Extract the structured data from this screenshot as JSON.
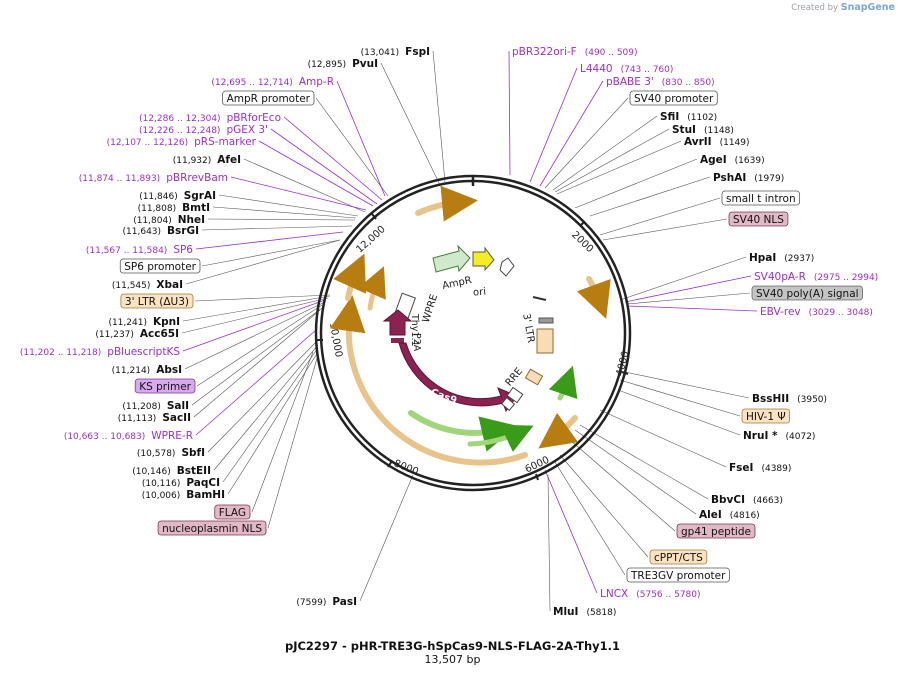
{
  "app": {
    "created_by": "Created by",
    "product": "SnapGene"
  },
  "plasmid": {
    "name": "pJC2297 - pHR-TRE3G-hSpCas9-NLS-FLAG-2A-Thy1.1",
    "length": "13,507 bp"
  },
  "colors": {
    "site": "#111111",
    "primer": "#9b30c9",
    "feature_line": "#555555",
    "backbone": "#222222"
  },
  "ruler_ticks": [
    "2000",
    "4000",
    "6000",
    "8000",
    "10,000",
    "12,000"
  ],
  "labels": [
    {
      "id": "fspi",
      "name": "FspI",
      "pos": "(13,041)",
      "style": "site"
    },
    {
      "id": "pvui",
      "name": "PvuI",
      "pos": "(12,895)",
      "style": "site"
    },
    {
      "id": "ampr-primer",
      "name": "Amp-R",
      "pos": "(12,695 .. 12,714)",
      "style": "primer"
    },
    {
      "id": "ampr-promoter",
      "name": "AmpR promoter",
      "style": "box-white"
    },
    {
      "id": "pbrforeco",
      "name": "pBRforEco",
      "pos": "(12,286 .. 12,304)",
      "style": "primer"
    },
    {
      "id": "pgex3",
      "name": "pGEX 3'",
      "pos": "(12,226 .. 12,248)",
      "style": "primer"
    },
    {
      "id": "prs-marker",
      "name": "pRS-marker",
      "pos": "(12,107 .. 12,126)",
      "style": "primer"
    },
    {
      "id": "afei",
      "name": "AfeI",
      "pos": "(11,932)",
      "style": "site"
    },
    {
      "id": "pbrrevbam",
      "name": "pBRrevBam",
      "pos": "(11,874 .. 11,893)",
      "style": "primer"
    },
    {
      "id": "sgrai",
      "name": "SgrAI",
      "pos": "(11,846)",
      "style": "site"
    },
    {
      "id": "bmti",
      "name": "BmtI",
      "pos": "(11,808)",
      "style": "site"
    },
    {
      "id": "nhei",
      "name": "NheI",
      "pos": "(11,804)",
      "style": "site"
    },
    {
      "id": "bsrgi",
      "name": "BsrGI",
      "pos": "(11,643)",
      "style": "site"
    },
    {
      "id": "sp6-primer",
      "name": "SP6",
      "pos": "(11,567 .. 11,584)",
      "style": "primer"
    },
    {
      "id": "sp6-promoter",
      "name": "SP6 promoter",
      "style": "box-white"
    },
    {
      "id": "xbai",
      "name": "XbaI",
      "pos": "(11,545)",
      "style": "site"
    },
    {
      "id": "ltr3-du3",
      "name": "3' LTR (ΔU3)",
      "style": "box-orange"
    },
    {
      "id": "kpni",
      "name": "KpnI",
      "pos": "(11,241)",
      "style": "site"
    },
    {
      "id": "acc65i",
      "name": "Acc65I",
      "pos": "(11,237)",
      "style": "site"
    },
    {
      "id": "pbluescriptks",
      "name": "pBluescriptKS",
      "pos": "(11,202 .. 11,218)",
      "style": "primer"
    },
    {
      "id": "absi",
      "name": "AbsI",
      "pos": "(11,214)",
      "style": "site"
    },
    {
      "id": "ks-primer",
      "name": "KS primer",
      "style": "box-purple"
    },
    {
      "id": "sali",
      "name": "SalI",
      "pos": "(11,208)",
      "style": "site"
    },
    {
      "id": "saci",
      "name": "SacII",
      "pos": "(11,113)",
      "style": "site"
    },
    {
      "id": "wpre-r",
      "name": "WPRE-R",
      "pos": "(10,663 .. 10,683)",
      "style": "primer"
    },
    {
      "id": "sbfi",
      "name": "SbfI",
      "pos": "(10,578)",
      "style": "site"
    },
    {
      "id": "bsteii",
      "name": "BstEII",
      "pos": "(10,146)",
      "style": "site"
    },
    {
      "id": "paqci",
      "name": "PaqCI",
      "pos": "(10,116)",
      "style": "site"
    },
    {
      "id": "bamhi",
      "name": "BamHI",
      "pos": "(10,006)",
      "style": "site"
    },
    {
      "id": "flag",
      "name": "FLAG",
      "style": "box-pink"
    },
    {
      "id": "np-nls",
      "name": "nucleoplasmin NLS",
      "style": "box-pink"
    },
    {
      "id": "pasi",
      "name": "PasI",
      "pos": "(7599)",
      "style": "site"
    },
    {
      "id": "pbr322ori-f",
      "name": "pBR322ori-F",
      "pos": "(490 .. 509)",
      "style": "primer"
    },
    {
      "id": "l4440",
      "name": "L4440",
      "pos": "(743 .. 760)",
      "style": "primer"
    },
    {
      "id": "pbabe3",
      "name": "pBABE 3'",
      "pos": "(830 .. 850)",
      "style": "primer"
    },
    {
      "id": "sv40-promoter",
      "name": "SV40 promoter",
      "style": "box-white"
    },
    {
      "id": "sfii",
      "name": "SfiI",
      "pos": "(1102)",
      "style": "site"
    },
    {
      "id": "stui",
      "name": "StuI",
      "pos": "(1148)",
      "style": "site"
    },
    {
      "id": "avrii",
      "name": "AvrII",
      "pos": "(1149)",
      "style": "site"
    },
    {
      "id": "agei",
      "name": "AgeI",
      "pos": "(1639)",
      "style": "site"
    },
    {
      "id": "pshai",
      "name": "PshAI",
      "pos": "(1979)",
      "style": "site"
    },
    {
      "id": "small-t-intron",
      "name": "small t intron",
      "style": "box-white"
    },
    {
      "id": "sv40-nls",
      "name": "SV40 NLS",
      "style": "box-pink"
    },
    {
      "id": "hpai",
      "name": "HpaI",
      "pos": "(2937)",
      "style": "site"
    },
    {
      "id": "sv40pa-r",
      "name": "SV40pA-R",
      "pos": "(2975 .. 2994)",
      "style": "primer"
    },
    {
      "id": "sv40-polya",
      "name": "SV40 poly(A) signal",
      "style": "box-gray"
    },
    {
      "id": "ebv-rev",
      "name": "EBV-rev",
      "pos": "(3029 .. 3048)",
      "style": "primer"
    },
    {
      "id": "bsshii",
      "name": "BssHII",
      "pos": "(3950)",
      "style": "site"
    },
    {
      "id": "hiv1-psi",
      "name": "HIV-1 Ψ",
      "style": "box-orange"
    },
    {
      "id": "nrui",
      "name": "NruI *",
      "pos": "(4072)",
      "style": "site"
    },
    {
      "id": "fsei",
      "name": "FseI",
      "pos": "(4389)",
      "style": "site"
    },
    {
      "id": "bbvci",
      "name": "BbvCI",
      "pos": "(4663)",
      "style": "site"
    },
    {
      "id": "alei",
      "name": "AleI",
      "pos": "(4816)",
      "style": "site"
    },
    {
      "id": "gp41",
      "name": "gp41 peptide",
      "style": "box-pink"
    },
    {
      "id": "cppt",
      "name": "cPPT/CTS",
      "style": "box-orange"
    },
    {
      "id": "tre3gv",
      "name": "TRE3GV promoter",
      "style": "box-white"
    },
    {
      "id": "lncx",
      "name": "LNCX",
      "pos": "(5756 .. 5780)",
      "style": "primer"
    },
    {
      "id": "mlui",
      "name": "MluI",
      "pos": "(5818)",
      "style": "site"
    }
  ],
  "features": [
    {
      "id": "ampr",
      "name": "AmpR"
    },
    {
      "id": "ori",
      "name": "ori"
    },
    {
      "id": "wpre",
      "name": "WPRE"
    },
    {
      "id": "thy11",
      "name": "Thy1.1"
    },
    {
      "id": "p2a",
      "name": "P2A"
    },
    {
      "id": "ltr3",
      "name": "3' LTR"
    },
    {
      "id": "rre",
      "name": "RRE"
    },
    {
      "id": "cas9",
      "name": "Cas9"
    }
  ]
}
